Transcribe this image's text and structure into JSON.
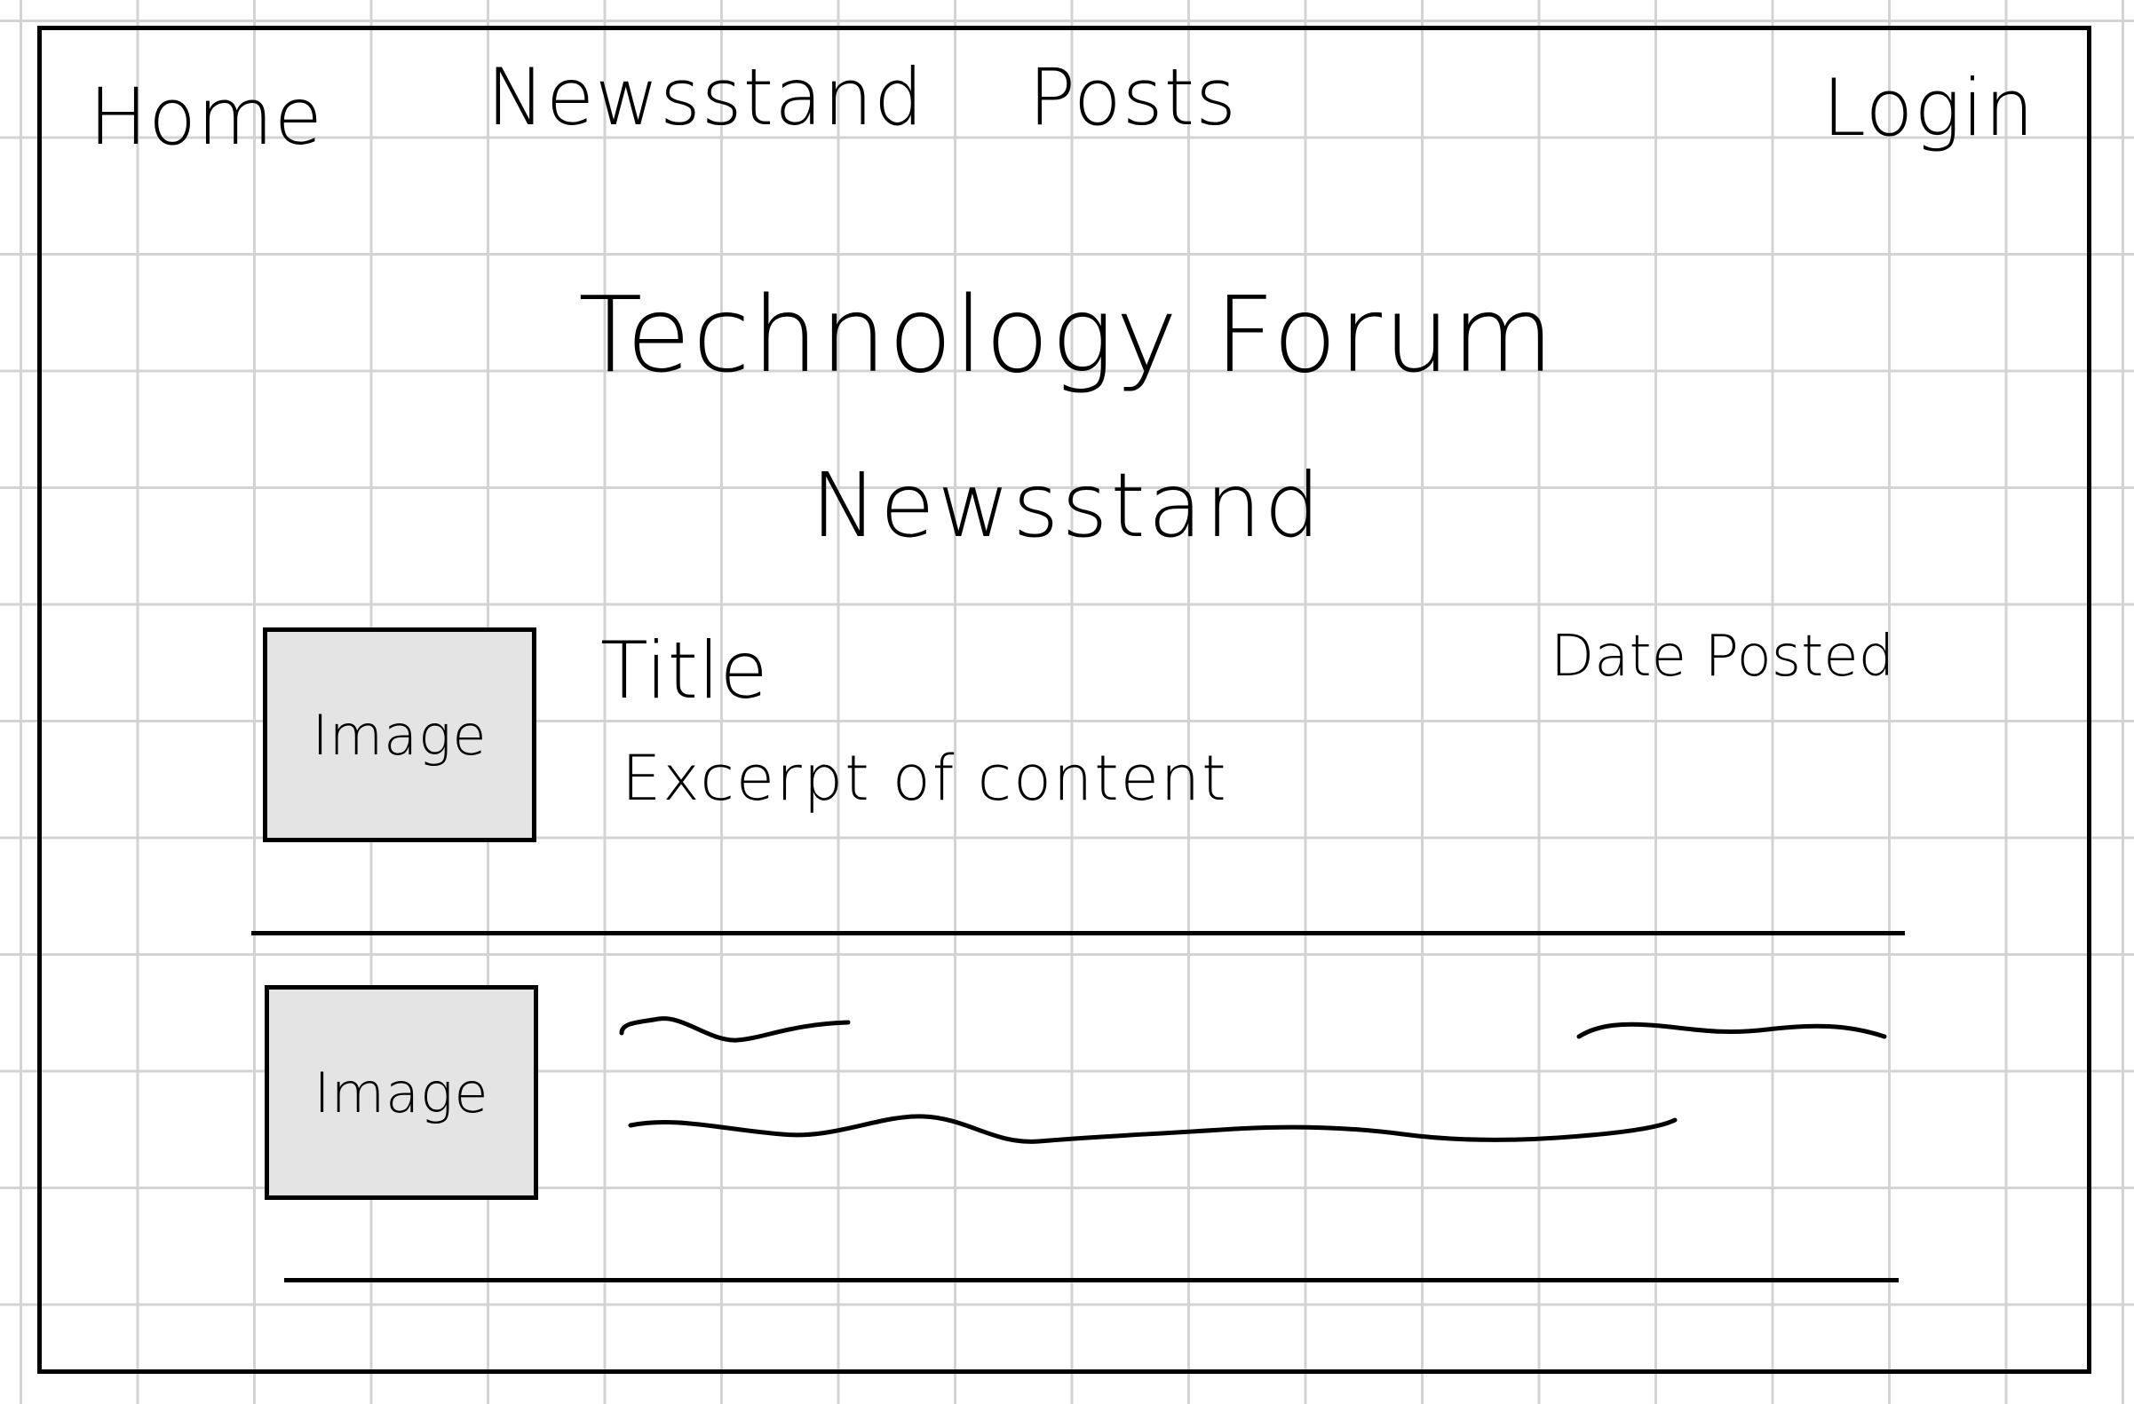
{
  "nav": {
    "home": "Home",
    "newsstand": "Newsstand",
    "posts": "Posts",
    "login": "Login"
  },
  "header": {
    "title": "Technology Forum",
    "subtitle": "Newsstand"
  },
  "posts": [
    {
      "image_label": "Image",
      "title": "Title",
      "excerpt": "Excerpt of content",
      "date": "Date Posted"
    },
    {
      "image_label": "Image"
    }
  ],
  "colors": {
    "grid": "#d3d3d3",
    "ink": "#000000",
    "image_placeholder": "#e4e4e4",
    "background": "#ffffff"
  }
}
